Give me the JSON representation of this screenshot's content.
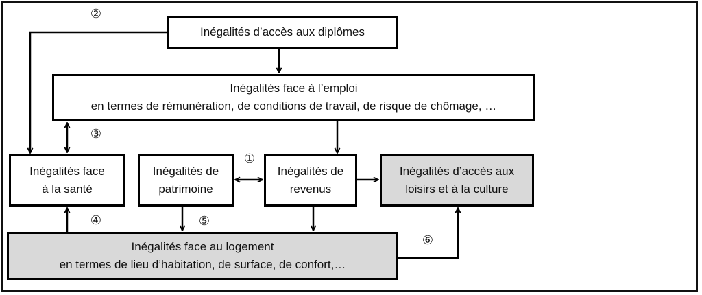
{
  "boxes": {
    "diplomes": {
      "lines": [
        "Inégalités d’accès aux diplômes"
      ]
    },
    "emploi": {
      "lines": [
        "Inégalités face à l’emploi",
        "en termes de rémunération, de conditions de travail, de risque de chômage, …"
      ]
    },
    "sante": {
      "lines": [
        "Inégalités face",
        "à la santé"
      ]
    },
    "patrimoine": {
      "lines": [
        "Inégalités de",
        "patrimoine"
      ]
    },
    "revenus": {
      "lines": [
        "Inégalités de",
        "revenus"
      ]
    },
    "loisirs": {
      "lines": [
        "Inégalités d’accès aux",
        "loisirs et à la culture"
      ]
    },
    "logement": {
      "lines": [
        "Inégalités face au logement",
        "en termes de lieu d’habitation, de surface, de confort,…"
      ]
    }
  },
  "markers": {
    "m1": "①",
    "m2": "②",
    "m3": "③",
    "m4": "④",
    "m5": "⑤",
    "m6": "⑥"
  },
  "colors": {
    "border": "#000000",
    "highlight_fill": "#d9d9d9",
    "plain_fill": "#ffffff"
  }
}
